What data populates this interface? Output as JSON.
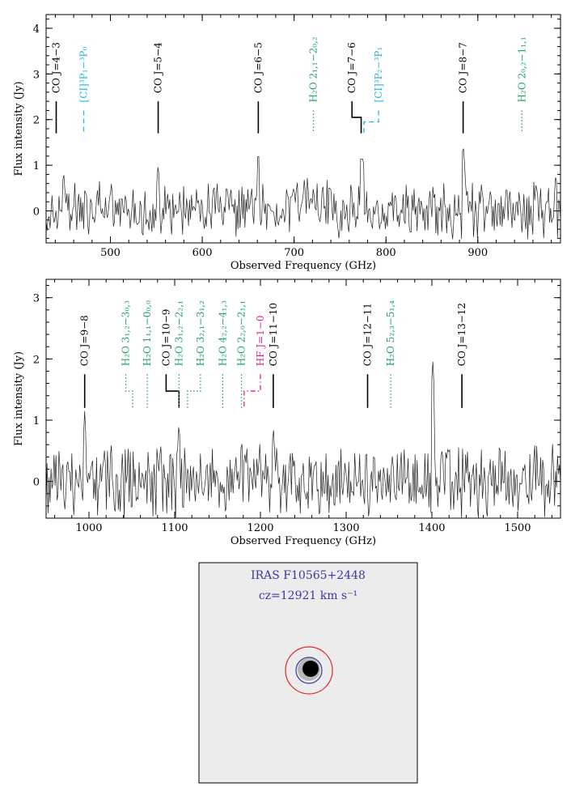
{
  "chart_data": [
    {
      "type": "line",
      "xlabel": "Observed Frequency (GHz)",
      "ylabel": "Flux intensity (Jy)",
      "xlim": [
        430,
        990
      ],
      "ylim": [
        -0.7,
        4.3
      ],
      "xticks": [
        500,
        600,
        700,
        800,
        900
      ],
      "yticks": [
        0,
        1,
        2,
        3,
        4
      ],
      "series": [
        {
          "style": "noise-spectrum",
          "peaks": [
            {
              "x": 449,
              "y": 0.9
            },
            {
              "x": 552,
              "y": 1.05
            },
            {
              "x": 661,
              "y": 1.35
            },
            {
              "x": 721,
              "y": 0.55
            },
            {
              "x": 773,
              "y": 1.3
            },
            {
              "x": 775,
              "y": 1.25
            },
            {
              "x": 884,
              "y": 1.5
            },
            {
              "x": 985,
              "y": 0.85
            }
          ]
        }
      ],
      "lines": [
        {
          "x": 441,
          "label": "CO J=4−3",
          "color": "#000000",
          "dash": "solid",
          "top": 2.4,
          "bottom": 1.7
        },
        {
          "x": 471,
          "label": "[CI]³P₁−³P₀",
          "color": "#29b6e0",
          "dash": "dashed",
          "top": 2.2,
          "bottom": 1.7
        },
        {
          "x": 552,
          "label": "CO J=5−4",
          "color": "#000000",
          "dash": "solid",
          "top": 2.4,
          "bottom": 1.7
        },
        {
          "x": 661,
          "label": "CO J=6−5",
          "color": "#000000",
          "dash": "solid",
          "top": 2.4,
          "bottom": 1.7
        },
        {
          "x": 721,
          "label": "H₂O 2₁,₁−2₀,₂",
          "color": "#21a366",
          "dash": "dotted",
          "top": 2.2,
          "bottom": 1.7
        },
        {
          "x": 763,
          "label": "CO J=7−6",
          "color": "#000000",
          "dash": "solid",
          "top": 2.4,
          "bottom": 1.7,
          "kink_to": 773
        },
        {
          "x": 792,
          "label": "[CI]³P₂−³P₁",
          "color": "#29b6e0",
          "dash": "dashed",
          "top": 2.2,
          "bottom": 1.7,
          "kink_to": 776
        },
        {
          "x": 884,
          "label": "CO J=8−7",
          "color": "#000000",
          "dash": "solid",
          "top": 2.4,
          "bottom": 1.7
        },
        {
          "x": 948,
          "label": "H₂O 2₀,₂−1₁,₁",
          "color": "#21a366",
          "dash": "dotted",
          "top": 2.2,
          "bottom": 1.7
        }
      ]
    },
    {
      "type": "line",
      "xlabel": "Observed Frequency (GHz)",
      "ylabel": "Flux intensity (Jy)",
      "xlim": [
        950,
        1550
      ],
      "ylim": [
        -0.6,
        3.3
      ],
      "xticks": [
        1000,
        1100,
        1200,
        1300,
        1400,
        1500
      ],
      "yticks": [
        0,
        1,
        2,
        3
      ],
      "series": [
        {
          "style": "noise-spectrum",
          "peaks": [
            {
              "x": 995,
              "y": 1.15
            },
            {
              "x": 1105,
              "y": 1.0
            },
            {
              "x": 1178,
              "y": 0.75
            },
            {
              "x": 1215,
              "y": 0.95
            },
            {
              "x": 1401,
              "y": 2.0
            }
          ]
        }
      ],
      "lines": [
        {
          "x": 995,
          "label": "CO J=9−8",
          "color": "#000000",
          "dash": "solid",
          "top": 1.75,
          "bottom": 1.2
        },
        {
          "x": 1043,
          "label": "H₂O 3₁,₂−3₀,₃",
          "color": "#21a366",
          "dash": "dotted",
          "top": 1.75,
          "bottom": 1.2,
          "kink_to": 1051
        },
        {
          "x": 1068,
          "label": "H₂O 1₁,₁−0₀,₀",
          "color": "#21a366",
          "dash": "dotted",
          "top": 1.75,
          "bottom": 1.2
        },
        {
          "x": 1090,
          "label": "CO J=10−9",
          "color": "#000000",
          "dash": "solid",
          "top": 1.75,
          "bottom": 1.2,
          "kink_to": 1105
        },
        {
          "x": 1105,
          "label": "H₂O 3₁,₂−2₂,₁",
          "color": "#21a366",
          "dash": "dotted",
          "top": 1.75,
          "bottom": 1.2
        },
        {
          "x": 1130,
          "label": "H₂O 3₂,₁−3₁,₂",
          "color": "#21a366",
          "dash": "dotted",
          "top": 1.75,
          "bottom": 1.2,
          "kink_to": 1115
        },
        {
          "x": 1156,
          "label": "H₂O 4₂,₂−4₁,₃",
          "color": "#21a366",
          "dash": "dotted",
          "top": 1.75,
          "bottom": 1.2
        },
        {
          "x": 1178,
          "label": "H₂O 2₂,₀−2₁,₁",
          "color": "#21a366",
          "dash": "dotted",
          "top": 1.75,
          "bottom": 1.2
        },
        {
          "x": 1200,
          "label": "HF J=1−0",
          "color": "#e0218a",
          "dash": "dashdot",
          "top": 1.75,
          "bottom": 1.2,
          "kink_to": 1181
        },
        {
          "x": 1215,
          "label": "CO J=11−10",
          "color": "#000000",
          "dash": "solid",
          "top": 1.75,
          "bottom": 1.2
        },
        {
          "x": 1325,
          "label": "CO J=12−11",
          "color": "#000000",
          "dash": "solid",
          "top": 1.75,
          "bottom": 1.2
        },
        {
          "x": 1352,
          "label": "H₂O 5₂,₃−5₁,₄",
          "color": "#21a366",
          "dash": "dotted",
          "top": 1.75,
          "bottom": 1.2
        },
        {
          "x": 1435,
          "label": "CO J=13−12",
          "color": "#000000",
          "dash": "solid",
          "top": 1.75,
          "bottom": 1.2
        }
      ]
    }
  ],
  "image_panel": {
    "name": "IRAS F10565+2448",
    "cz": "cz=12921 km s⁻¹",
    "outer_circle_color": "#e0282a",
    "inner_circle_color": "#2f3a9a",
    "text_color": "#3a3aa0"
  }
}
